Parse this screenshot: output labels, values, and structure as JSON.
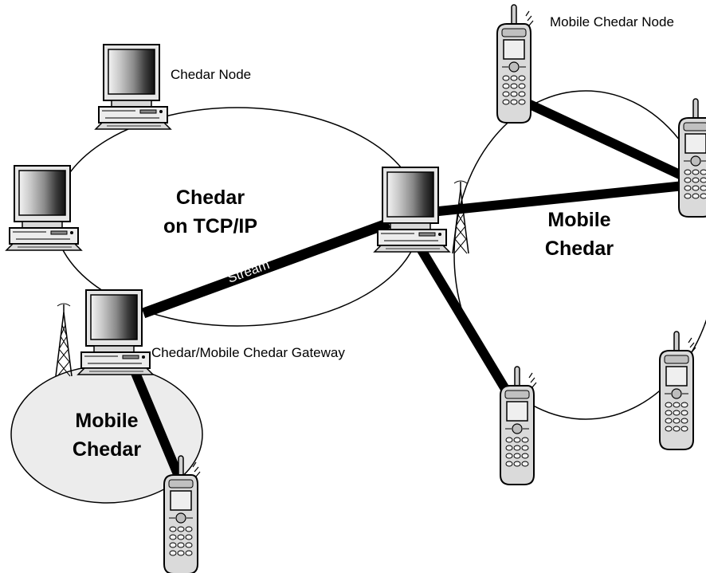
{
  "labels": {
    "chedar_node": "Chedar Node",
    "mobile_chedar_node": "Mobile Chedar Node",
    "tcp_cloud_line1": "Chedar",
    "tcp_cloud_line2": "on TCP/IP",
    "mobile_cloud_right_line1": "Mobile",
    "mobile_cloud_right_line2": "Chedar",
    "mobile_cloud_left_line1": "Mobile",
    "mobile_cloud_left_line2": "Chedar",
    "gateway": "Chedar/Mobile Chedar Gateway",
    "stream": "Stream"
  }
}
